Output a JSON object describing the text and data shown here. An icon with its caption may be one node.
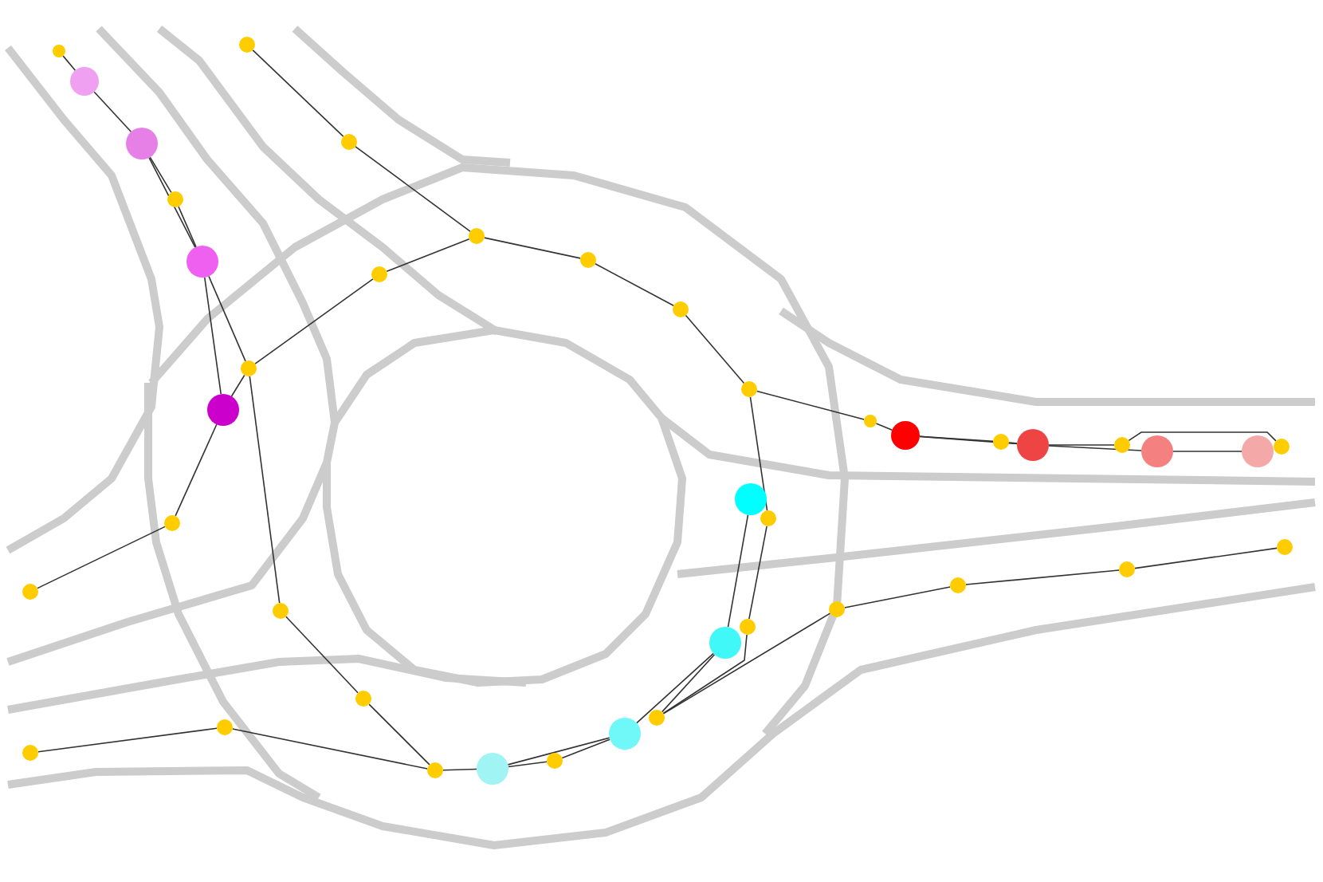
{
  "diagram": {
    "nodes": [
      {
        "text": [],
        "shape": "circle"
      },
      {
        "text": [],
        "shape": "circle"
      },
      {
        "text": [],
        "shape": "circle"
      },
      {
        "text": [],
        "shape": "circle"
      },
      {
        "text": [],
        "shape": "circle"
      },
      {
        "text": [],
        "shape": "circle"
      },
      {
        "text": [],
        "shape": "circle"
      },
      {
        "text": [],
        "shape": "circle"
      },
      {
        "text": [],
        "shape": "circle"
      },
      {
        "text": [],
        "shape": "circle"
      },
      {
        "text": [],
        "shape": "circle"
      },
      {
        "text": [],
        "shape": "circle"
      },
      {
        "text": [],
        "shape": "circle"
      },
      {
        "text": [],
        "shape": "circle"
      },
      {
        "text": [],
        "shape": "circle"
      },
      {
        "text": [],
        "shape": "circle"
      },
      {
        "text": [],
        "shape": "circle"
      },
      {
        "text": [],
        "shape": "circle"
      },
      {
        "text": [],
        "shape": "circle"
      },
      {
        "text": [],
        "shape": "circle"
      },
      {
        "text": [],
        "shape": "circle"
      },
      {
        "text": [],
        "shape": "circle"
      },
      {
        "text": [],
        "shape": "circle"
      },
      {
        "text": [],
        "shape": "circle"
      },
      {
        "text": [],
        "shape": "circle"
      },
      {
        "text": [],
        "shape": "circle"
      },
      {
        "text": [],
        "shape": "circle"
      },
      {
        "text": [],
        "shape": "circle"
      },
      {
        "text": [],
        "shape": "circle"
      },
      {
        "text": [],
        "shape": "circle"
      },
      {
        "text": [],
        "shape": "circle"
      },
      {
        "text": [],
        "shape": "circle"
      },
      {
        "text": [],
        "shape": "circle"
      },
      {
        "text": [],
        "shape": "circle"
      },
      {
        "text": [],
        "shape": "circle"
      },
      {
        "text": [],
        "shape": "circle"
      },
      {
        "text": [],
        "shape": "circle"
      },
      {
        "text": [],
        "shape": "circle"
      },
      {
        "text": [],
        "shape": "circle"
      },
      {
        "text": [],
        "shape": "circle"
      },
      {
        "text": [],
        "shape": "circle"
      }
    ],
    "edges": [
      {
        "from": 1,
        "to": 2,
        "arrow": "none"
      },
      {
        "from": 2,
        "to": 4,
        "arrow": "none"
      },
      {
        "from": 4,
        "to": 5,
        "arrow": "none"
      },
      {
        "from": 5,
        "to": 7,
        "arrow": "none"
      },
      {
        "from": 7,
        "to": 9,
        "arrow": "none"
      },
      {
        "from": 9,
        "to": 10,
        "arrow": "none"
      },
      {
        "from": 10,
        "to": 33,
        "arrow": "none"
      },
      {
        "from": 33,
        "to": 11,
        "arrow": "none"
      },
      {
        "from": 11,
        "to": 34,
        "arrow": "none"
      },
      {
        "from": 33,
        "to": 34,
        "arrow": "none"
      },
      {
        "from": 34,
        "to": 12,
        "arrow": "none"
      },
      {
        "from": 12,
        "to": 13,
        "arrow": "none"
      },
      {
        "from": 34,
        "to": 35,
        "arrow": "none"
      },
      {
        "from": 35,
        "to": 36,
        "arrow": "none"
      },
      {
        "from": 9,
        "to": 14,
        "arrow": "none"
      },
      {
        "from": 14,
        "to": 22,
        "arrow": "none"
      },
      {
        "from": 22,
        "to": 24,
        "arrow": "none"
      },
      {
        "from": 37,
        "to": 38,
        "arrow": "none"
      },
      {
        "from": 38,
        "to": 39,
        "arrow": "none"
      },
      {
        "from": 38,
        "to": 24,
        "arrow": "none"
      },
      {
        "from": 39,
        "to": 40,
        "arrow": "none"
      },
      {
        "from": 39,
        "to": 27,
        "arrow": "none"
      },
      {
        "from": 27,
        "to": 40,
        "arrow": "none"
      },
      {
        "from": 21,
        "to": 24,
        "arrow": "none"
      },
      {
        "from": 21,
        "to": 19,
        "arrow": "none"
      },
      {
        "from": 19,
        "to": 18,
        "arrow": "none"
      },
      {
        "from": 18,
        "to": 17,
        "arrow": "none"
      },
      {
        "from": 0,
        "to": 29,
        "arrow": "none"
      },
      {
        "from": 29,
        "to": 30,
        "arrow": "none"
      },
      {
        "from": 30,
        "to": 3,
        "arrow": "none"
      },
      {
        "from": 3,
        "to": 31,
        "arrow": "none"
      },
      {
        "from": 30,
        "to": 31,
        "arrow": "none"
      },
      {
        "from": 31,
        "to": 32,
        "arrow": "none"
      },
      {
        "from": 31,
        "to": 8,
        "arrow": "none"
      },
      {
        "from": 8,
        "to": 32,
        "arrow": "none"
      },
      {
        "from": 32,
        "to": 15,
        "arrow": "none"
      },
      {
        "from": 15,
        "to": 16,
        "arrow": "none"
      },
      {
        "from": 8,
        "to": 6,
        "arrow": "none"
      },
      {
        "from": 6,
        "to": 4,
        "arrow": "none"
      },
      {
        "from": 8,
        "to": 20,
        "arrow": "none"
      },
      {
        "from": 20,
        "to": 23,
        "arrow": "none"
      },
      {
        "from": 23,
        "to": 28,
        "arrow": "none"
      },
      {
        "from": 28,
        "to": 25,
        "arrow": "none"
      },
      {
        "from": 25,
        "to": 26,
        "arrow": "none"
      },
      {
        "from": 28,
        "to": 40,
        "arrow": "none"
      }
    ]
  }
}
